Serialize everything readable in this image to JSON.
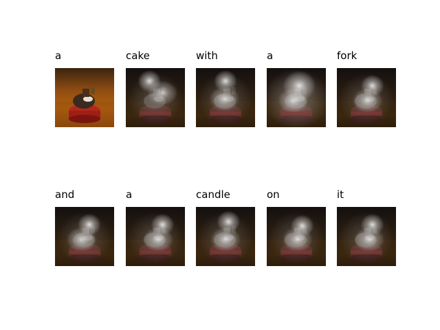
{
  "panels": [
    {
      "word": "a",
      "image": "original"
    },
    {
      "word": "cake",
      "image": "attention"
    },
    {
      "word": "with",
      "image": "attention"
    },
    {
      "word": "a",
      "image": "attention"
    },
    {
      "word": "fork",
      "image": "attention"
    },
    {
      "word": "and",
      "image": "attention"
    },
    {
      "word": "a",
      "image": "attention"
    },
    {
      "word": "candle",
      "image": "attention"
    },
    {
      "word": "on",
      "image": "attention"
    },
    {
      "word": "it",
      "image": "attention"
    }
  ]
}
